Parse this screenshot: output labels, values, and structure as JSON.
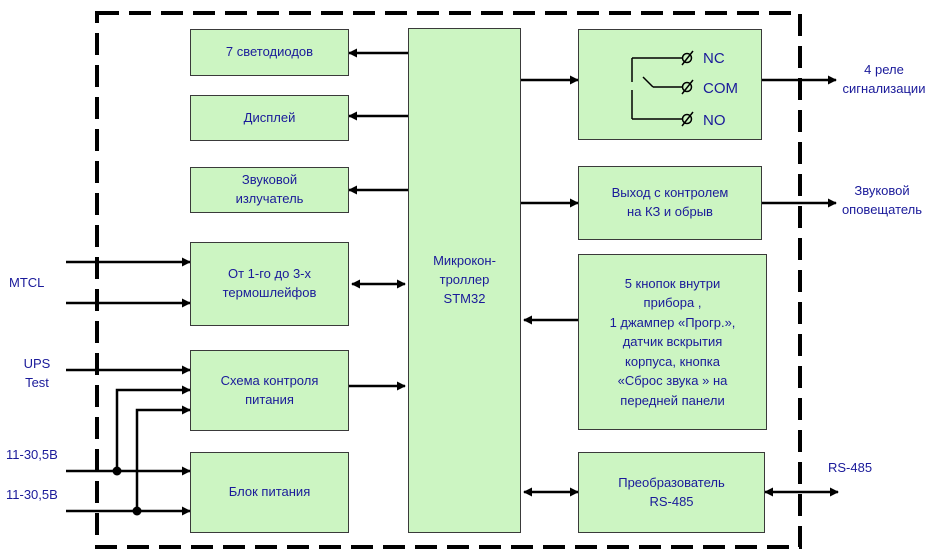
{
  "colors": {
    "box_fill": "#ccf5c2",
    "box_border": "#3a3a3a",
    "text": "#1a1a9a",
    "lines": "#000000"
  },
  "blocks": {
    "leds": "7 светодиодов",
    "display": "Дисплей",
    "buzzer": "Звуковой\nизлучатель",
    "loops": "От 1-го до 3-х\nтермошлейфов",
    "power_monitor": "Схема контроля\nпитания",
    "psu": "Блок питания",
    "mcu": "Микрокон-\nтроллер\nSTM32",
    "siren_output": "Выход с контролем\nна КЗ и обрыв",
    "buttons": "5 кнопок внутри\nприбора ,\n1 джампер «Прогр.»,\nдатчик вскрытия\nкорпуса, кнопка\n«Сброс звука » на\nпередней панели",
    "rs485_converter": "Преобразователь\nRS-485"
  },
  "relay": {
    "nc": "NC",
    "com": "COM",
    "no": "NO"
  },
  "external": {
    "mtcl": "MTCL",
    "ups_test": "UPS\nTest",
    "power_in_1": "11-30,5В",
    "power_in_2": "11-30,5В",
    "relays": "4 реле\nсигнализации",
    "siren": "Звуковой\nоповещатель",
    "rs485": "RS-485"
  }
}
